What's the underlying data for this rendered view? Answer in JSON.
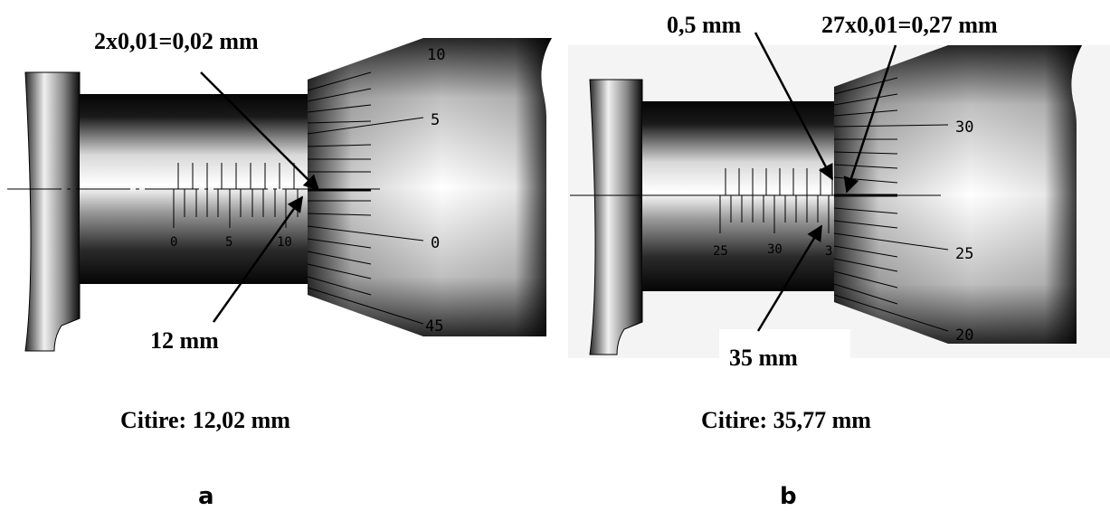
{
  "panel_a": {
    "thimble_reading_label": "2x0,01=0,02 mm",
    "sleeve_reading_label": "12 mm",
    "sleeve_scale_numbers": [
      "0",
      "5",
      "10"
    ],
    "thimble_scale_numbers": [
      "10",
      "5",
      "0",
      "45"
    ],
    "caption": "Citire: 12,02 mm",
    "letter": "a"
  },
  "panel_b": {
    "half_mm_label": "0,5 mm",
    "thimble_reading_label": "27x0,01=0,27 mm",
    "sleeve_reading_label": "35 mm",
    "sleeve_scale_numbers": [
      "25",
      "30",
      "3"
    ],
    "thimble_scale_numbers": [
      "30",
      "25",
      "20"
    ],
    "caption": "Citire: 35,77 mm",
    "letter": "b"
  },
  "colors": {
    "ink": "#000000",
    "background": "#ffffff",
    "metal_dark": "#0a0a0a",
    "metal_light": "#f2f2f2",
    "panel_b_background": "#f4f4f4"
  }
}
